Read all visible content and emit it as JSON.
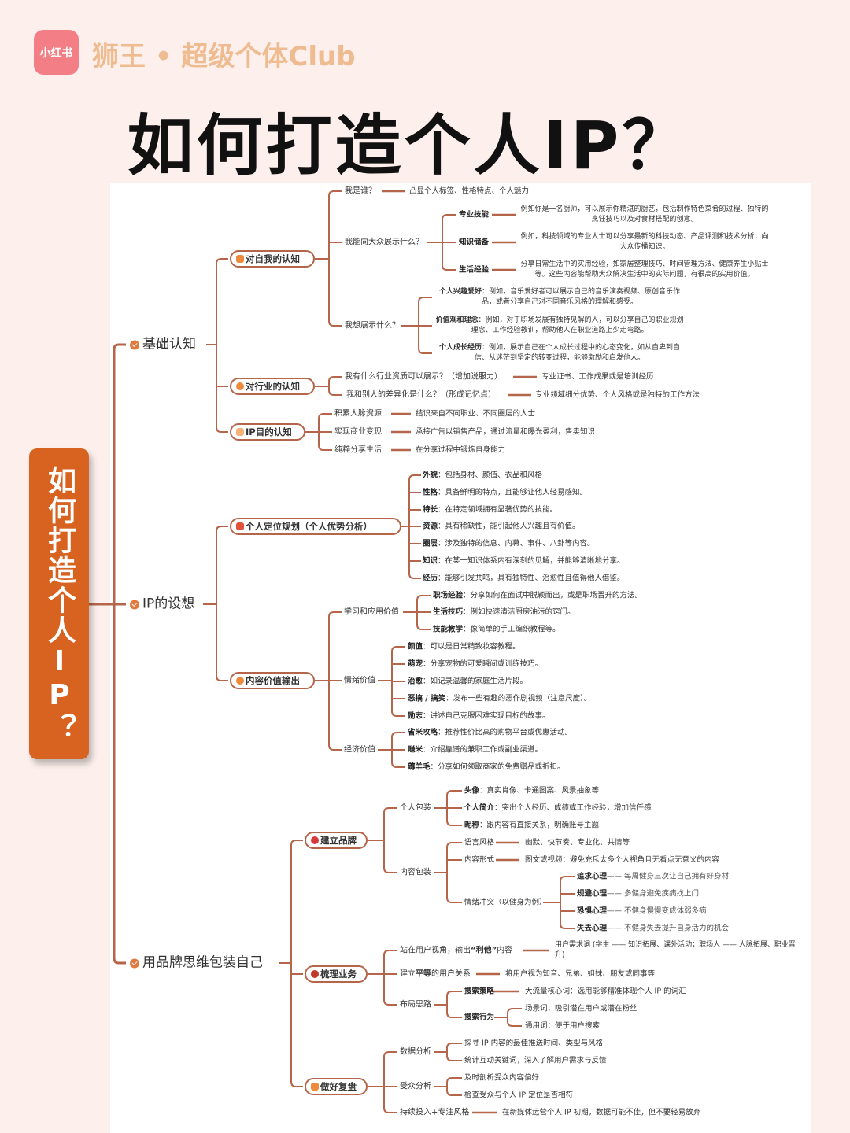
{
  "header": {
    "logo": "小红书",
    "brand": "狮王 • 超级个体Club",
    "title": "如何打造个人IP？"
  },
  "root": "如何打造个人IP？",
  "branch1": {
    "label": "基础认知",
    "self": {
      "label": "对自我的认知",
      "who": {
        "label": "我是谁？",
        "desc": "凸显个人标签、性格特点、个人魅力"
      },
      "show": {
        "label": "我能向大众展示什么？",
        "items": [
          {
            "k": "专业技能",
            "v": "例如你是一名厨师，可以展示你精湛的厨艺，包括制作特色菜肴的过程、独特的烹饪技巧以及对食材搭配的创意。"
          },
          {
            "k": "知识储备",
            "v": "例如，科技领域的专业人士可以分享最新的科技动态、产品评测和技术分析，向大众传播知识。"
          },
          {
            "k": "生活经验",
            "v": "分享日常生活中的实用经验，如家居整理技巧、时间管理方法、健康养生小贴士等。这些内容能帮助大众解决生活中的实际问题，有很高的实用价值。"
          }
        ]
      },
      "want": {
        "label": "我想展示什么？",
        "items": [
          {
            "k": "个人兴趣爱好",
            "v": "：例如，音乐爱好者可以展示自己的音乐演奏视频、原创音乐作品，或者分享自己对不同音乐风格的理解和感受。"
          },
          {
            "k": "价值观和理念",
            "v": "：例如，对于职场发展有独特见解的人，可以分享自己的职业规划理念、工作经验教训，帮助他人在职业道路上少走弯路。"
          },
          {
            "k": "个人成长经历",
            "v": "：例如，展示自己在个人成长过程中的心态变化，如从自卑到自信、从迷茫到坚定的转变过程，能够激励和启发他人。"
          }
        ]
      }
    },
    "industry": {
      "label": "对行业的认知",
      "items": [
        {
          "k": "我有什么行业资质可以展示？（增加说服力）",
          "v": "专业证书、工作成果或是培训经历"
        },
        {
          "k": "我和别人的差异化是什么？（形成记忆点）",
          "v": "专业领域细分优势、个人风格或是独特的工作方法"
        }
      ]
    },
    "purpose": {
      "label": "IP目的认知",
      "items": [
        {
          "k": "积累人脉资源",
          "v": "结识来自不同职业、不同圈层的人士"
        },
        {
          "k": "实现商业变现",
          "v": "承接广告以销售产品，通过流量和曝光盈利，售卖知识"
        },
        {
          "k": "纯粹分享生活",
          "v": "在分享过程中锻炼自身能力"
        }
      ]
    }
  },
  "branch2": {
    "label": "IP的设想",
    "position": {
      "label": "个人定位规划（个人优势分析）",
      "items": [
        {
          "k": "外貌",
          "v": "：包括身材、颜值、衣品和风格"
        },
        {
          "k": "性格",
          "v": "：具备鲜明的特点，且能够让他人轻易感知。"
        },
        {
          "k": "特长",
          "v": "：在特定领域拥有显著优势的技能。"
        },
        {
          "k": "资源",
          "v": "：具有稀缺性，能引起他人兴趣且有价值。"
        },
        {
          "k": "圈层",
          "v": "：涉及独特的信息、内幕、事件、八卦等内容。"
        },
        {
          "k": "知识",
          "v": "：在某一知识体系内有深刻的见解，并能够清晰地分享。"
        },
        {
          "k": "经历",
          "v": "：能够引发共鸣，具有独特性、治愈性且值得他人借鉴。"
        }
      ]
    },
    "content": {
      "label": "内容价值输出",
      "learn": {
        "label": "学习和应用价值",
        "items": [
          {
            "k": "职场经验",
            "v": "：分享如何在面试中脱颖而出，或是职场晋升的方法。"
          },
          {
            "k": "生活技巧",
            "v": "：例如快速清洁厨房油污的窍门。"
          },
          {
            "k": "技能教学",
            "v": "：像简单的手工编织教程等。"
          }
        ]
      },
      "emotion": {
        "label": "情绪价值",
        "items": [
          {
            "k": "颜值",
            "v": "：可以是日常精致妆容教程。"
          },
          {
            "k": "萌宠",
            "v": "：分享宠物的可爱瞬间或训练技巧。"
          },
          {
            "k": "治愈",
            "v": "：如记录温馨的家庭生活片段。"
          },
          {
            "k": "恶搞 / 搞笑",
            "v": "：发布一些有趣的恶作剧视频（注意尺度）。"
          },
          {
            "k": "励志",
            "v": "：讲述自己克服困难实现目标的故事。"
          }
        ]
      },
      "economy": {
        "label": "经济价值",
        "items": [
          {
            "k": "省米攻略",
            "v": "：推荐性价比高的购物平台或优惠活动。"
          },
          {
            "k": "赚米",
            "v": "：介绍靠谱的兼职工作或副业渠道。"
          },
          {
            "k": "薅羊毛",
            "v": "：分享如何领取商家的免费赠品或折扣。"
          }
        ]
      }
    }
  },
  "branch3": {
    "label": "用品牌思维包装自己",
    "brand": {
      "label": "建立品牌",
      "personal": {
        "label": "个人包装",
        "items": [
          {
            "k": "头像",
            "v": "：真实肖像、卡通图案、风景抽象等"
          },
          {
            "k": "个人简介",
            "v": "：突出个人经历、成绩或工作经验，增加信任感"
          },
          {
            "k": "昵称",
            "v": "：跟内容有直接关系，明确账号主题"
          }
        ]
      },
      "pack": {
        "label": "内容包装",
        "style": {
          "k": "语言风格",
          "v": "幽默、快节奏、专业化、共情等"
        },
        "form": {
          "k": "内容形式",
          "v": "图文或视频：避免充斥太多个人视角且无看点无意义的内容"
        },
        "conflict": {
          "label": "情绪冲突（以健身为例）",
          "items": [
            {
              "k": "追求心理",
              "v": "—— 每周健身三次让自己拥有好身材"
            },
            {
              "k": "规避心理",
              "v": "—— 多健身避免疾病找上门"
            },
            {
              "k": "恐惧心理",
              "v": "—— 不健身慢慢变成体弱多病"
            },
            {
              "k": "失去心理",
              "v": "—— 不健身失去提升自身活力的机会"
            }
          ]
        }
      }
    },
    "business": {
      "label": "梳理业务",
      "view": {
        "k1": "站在用户视角，输出",
        "k2": "“利他”",
        "k3": "内容",
        "v": "用户需求词 (学生 —— 知识拓展、课外活动；职场人 —— 人脉拓展、职业晋升)"
      },
      "equal": {
        "k1": "建立",
        "k2": "平等",
        "k3": "的用户关系",
        "v": "将用户视为知音、兄弟、姐妹、朋友或同事等"
      },
      "layout": {
        "label": "布局思路",
        "strategy": {
          "k": "搜索策略",
          "v": "大流量核心词：选用能够精准体现个人 IP 的词汇"
        },
        "behavior": {
          "k": "搜索行为",
          "items": [
            "场景词：吸引潜在用户或潜在粉丝",
            "通用词：便于用户搜索"
          ]
        }
      }
    },
    "review": {
      "label": "做好复盘",
      "data": {
        "label": "数据分析",
        "items": [
          "探寻 IP 内容的最佳推送时间、类型与风格",
          "统计互动关键词，深入了解用户需求与反馈"
        ]
      },
      "audience": {
        "label": "受众分析",
        "items": [
          "及时剖析受众内容偏好",
          "检查受众与个人 IP 定位是否相符"
        ]
      },
      "persist": {
        "k": "持续投入+专注风格",
        "v": "在新媒体运营个人 IP 初期，数据可能不佳，但不要轻易放弃"
      }
    }
  },
  "colors": {
    "background": "#fcefec",
    "line": "#b5654a",
    "accent": "#d8621f",
    "brand_text": "#eebc90",
    "logo": "#f47e86"
  }
}
